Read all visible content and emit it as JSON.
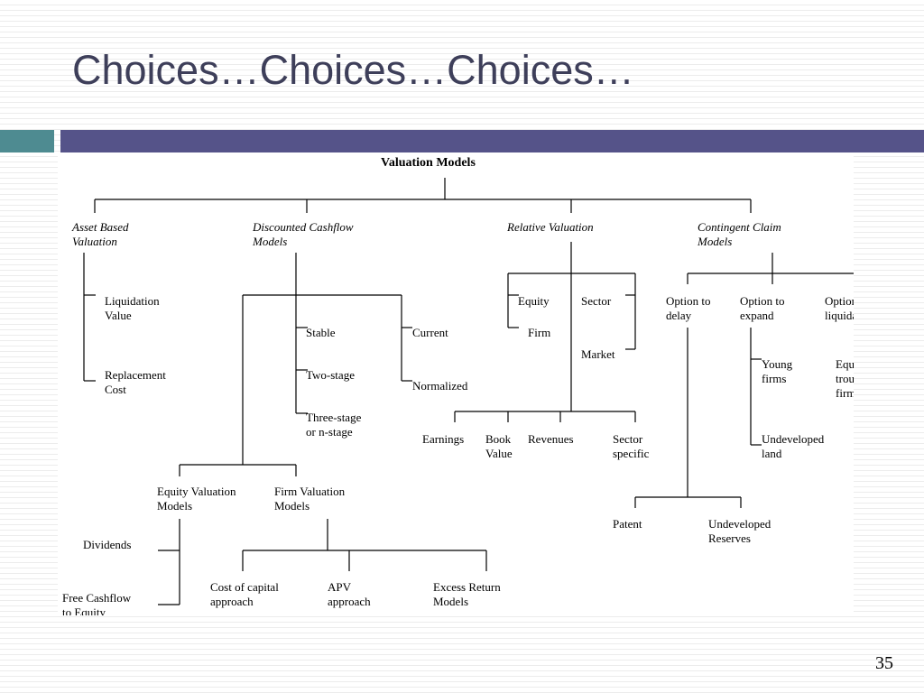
{
  "slide": {
    "title": "Choices…Choices…Choices…",
    "page_number": "35"
  },
  "diagram": {
    "root": "Valuation Models",
    "categories": {
      "asset": "Asset Based\nValuation",
      "dcf": "Discounted Cashflow\nModels",
      "relative": "Relative Valuation",
      "contingent": "Contingent Claim\nModels"
    },
    "asset_based": {
      "liquidation": "Liquidation\nValue",
      "replacement": "Replacement\nCost"
    },
    "dcf": {
      "stable": "Stable",
      "two_stage": "Two-stage",
      "three_stage": "Three-stage\nor n-stage",
      "current": "Current",
      "normalized": "Normalized",
      "equity_models": "Equity Valuation\nModels",
      "firm_models": "Firm Valuation\nModels",
      "dividends": "Dividends",
      "fcfe": "Free Cashflow\nto Equity",
      "cost_of_capital": "Cost of capital\napproach",
      "apv": "APV\napproach",
      "excess_return": "Excess Return\nModels"
    },
    "relative": {
      "equity": "Equity",
      "firm": "Firm",
      "sector": "Sector",
      "market": "Market",
      "earnings": "Earnings",
      "book_value": "Book\nValue",
      "revenues": "Revenues",
      "sector_specific": "Sector\nspecific"
    },
    "contingent": {
      "delay": "Option to\ndelay",
      "expand": "Option to\nexpand",
      "liquidate": "Option to\nliquidate",
      "patent": "Patent",
      "undeveloped_reserves": "Undeveloped\nReserves",
      "young_firms": "Young\nfirms",
      "undeveloped_land": "Undeveloped\nland",
      "troubled_equity": "Equity in\ntroubled\nfirm"
    }
  }
}
